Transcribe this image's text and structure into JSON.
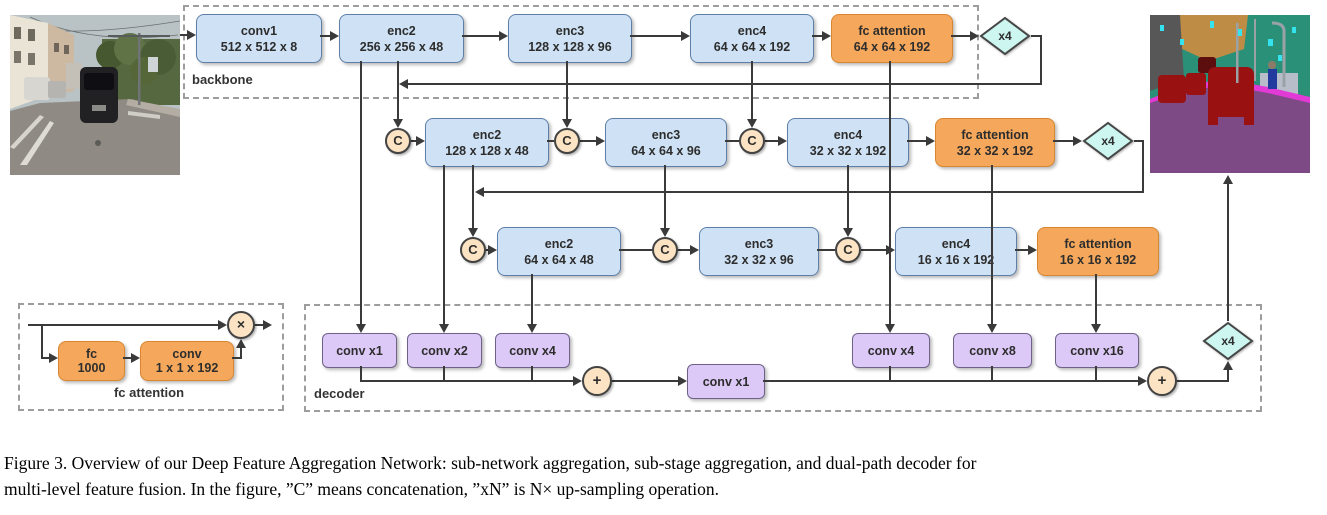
{
  "figure": {
    "caption": {
      "line1": "Figure 3. Overview of our Deep Feature Aggregation Network: sub-network aggregation, sub-stage aggregation, and dual-path decoder for",
      "line2": "multi-level feature fusion. In the figure, ”C” means concatenation, ”xN” is N× up-sampling operation."
    }
  },
  "regions": {
    "backbone": "backbone",
    "decoder": "decoder",
    "legend": "fc attention"
  },
  "ops": {
    "concat": "C",
    "add": "+",
    "multiply": "×",
    "upsample": "x4"
  },
  "nodes": {
    "conv1": {
      "title": "conv1",
      "dims": "512 x 512 x 8"
    },
    "enc2_r1": {
      "title": "enc2",
      "dims": "256 x 256 x 48"
    },
    "enc3_r1": {
      "title": "enc3",
      "dims": "128 x 128 x 96"
    },
    "enc4_r1": {
      "title": "enc4",
      "dims": "64 x 64 x 192"
    },
    "fc_att_r1": {
      "title": "fc attention",
      "dims": "64 x 64 x 192"
    },
    "enc2_r2": {
      "title": "enc2",
      "dims": "128 x 128 x 48"
    },
    "enc3_r2": {
      "title": "enc3",
      "dims": "64 x 64 x 96"
    },
    "enc4_r2": {
      "title": "enc4",
      "dims": "32 x 32 x 192"
    },
    "fc_att_r2": {
      "title": "fc attention",
      "dims": "32 x 32 x 192"
    },
    "enc2_r3": {
      "title": "enc2",
      "dims": "64 x 64 x 48"
    },
    "enc3_r3": {
      "title": "enc3",
      "dims": "32 x 32 x 96"
    },
    "enc4_r3": {
      "title": "enc4",
      "dims": "16 x 16 x 192"
    },
    "fc_att_r3": {
      "title": "fc attention",
      "dims": "16 x 16 x 192"
    },
    "dec_conv_x1_a": {
      "title": "conv x1"
    },
    "dec_conv_x2": {
      "title": "conv x2"
    },
    "dec_conv_x4_a": {
      "title": "conv x4"
    },
    "dec_conv_x1_b": {
      "title": "conv x1"
    },
    "dec_conv_x4_b": {
      "title": "conv x4"
    },
    "dec_conv_x8": {
      "title": "conv x8"
    },
    "dec_conv_x16": {
      "title": "conv x16"
    },
    "legend_fc": {
      "title": "fc",
      "dims": "1000"
    },
    "legend_conv": {
      "title": "conv",
      "dims": "1 x 1 x 192"
    }
  },
  "colors": {
    "encoder_fill": "#cfe2f5",
    "encoder_border": "#5d7fa8",
    "attention_fill": "#f5a85c",
    "attention_border": "#d8862f",
    "decoder_fill": "#ddc9f7",
    "decoder_border": "#6f6289",
    "op_fill": "#fbe3c3",
    "op_border": "#434343",
    "upsample_fill": "#cdf6f0",
    "upsample_border": "#454545",
    "line": "#3a3a3a"
  }
}
